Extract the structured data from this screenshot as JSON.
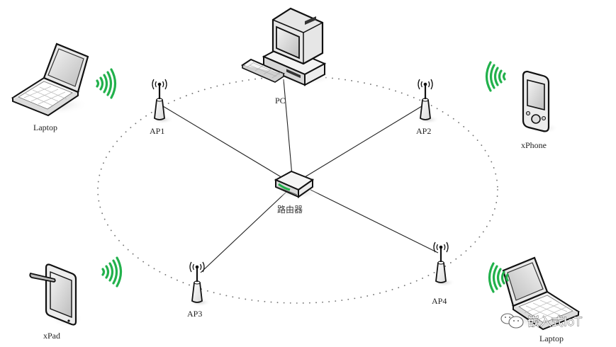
{
  "diagram": {
    "type": "wireless-network-topology",
    "center_node": {
      "id": "router",
      "label": "路由器",
      "icon": "router-icon"
    },
    "wired_nodes": [
      {
        "id": "pc",
        "label": "PC",
        "icon": "desktop-computer-icon",
        "connects_to": "router"
      },
      {
        "id": "ap1",
        "label": "AP1",
        "icon": "access-point-icon",
        "connects_to": "router"
      },
      {
        "id": "ap2",
        "label": "AP2",
        "icon": "access-point-icon",
        "connects_to": "router"
      },
      {
        "id": "ap3",
        "label": "AP3",
        "icon": "access-point-icon",
        "connects_to": "router"
      },
      {
        "id": "ap4",
        "label": "AP4",
        "icon": "access-point-icon",
        "connects_to": "router"
      }
    ],
    "wireless_clients": [
      {
        "id": "laptop-left",
        "label": "Laptop",
        "icon": "laptop-icon",
        "near": "ap1"
      },
      {
        "id": "xphone",
        "label": "xPhone",
        "icon": "smartphone-icon",
        "near": "ap2"
      },
      {
        "id": "xpad",
        "label": "xPad",
        "icon": "tablet-icon",
        "near": "ap3"
      },
      {
        "id": "laptop-right",
        "label": "Laptop",
        "icon": "laptop-icon",
        "near": "ap4"
      }
    ],
    "coverage_boundary": "dotted-ellipse",
    "signal_color": "#22b14c"
  },
  "watermark": {
    "text": "嵌入式IoT",
    "icon": "wechat-icon"
  }
}
